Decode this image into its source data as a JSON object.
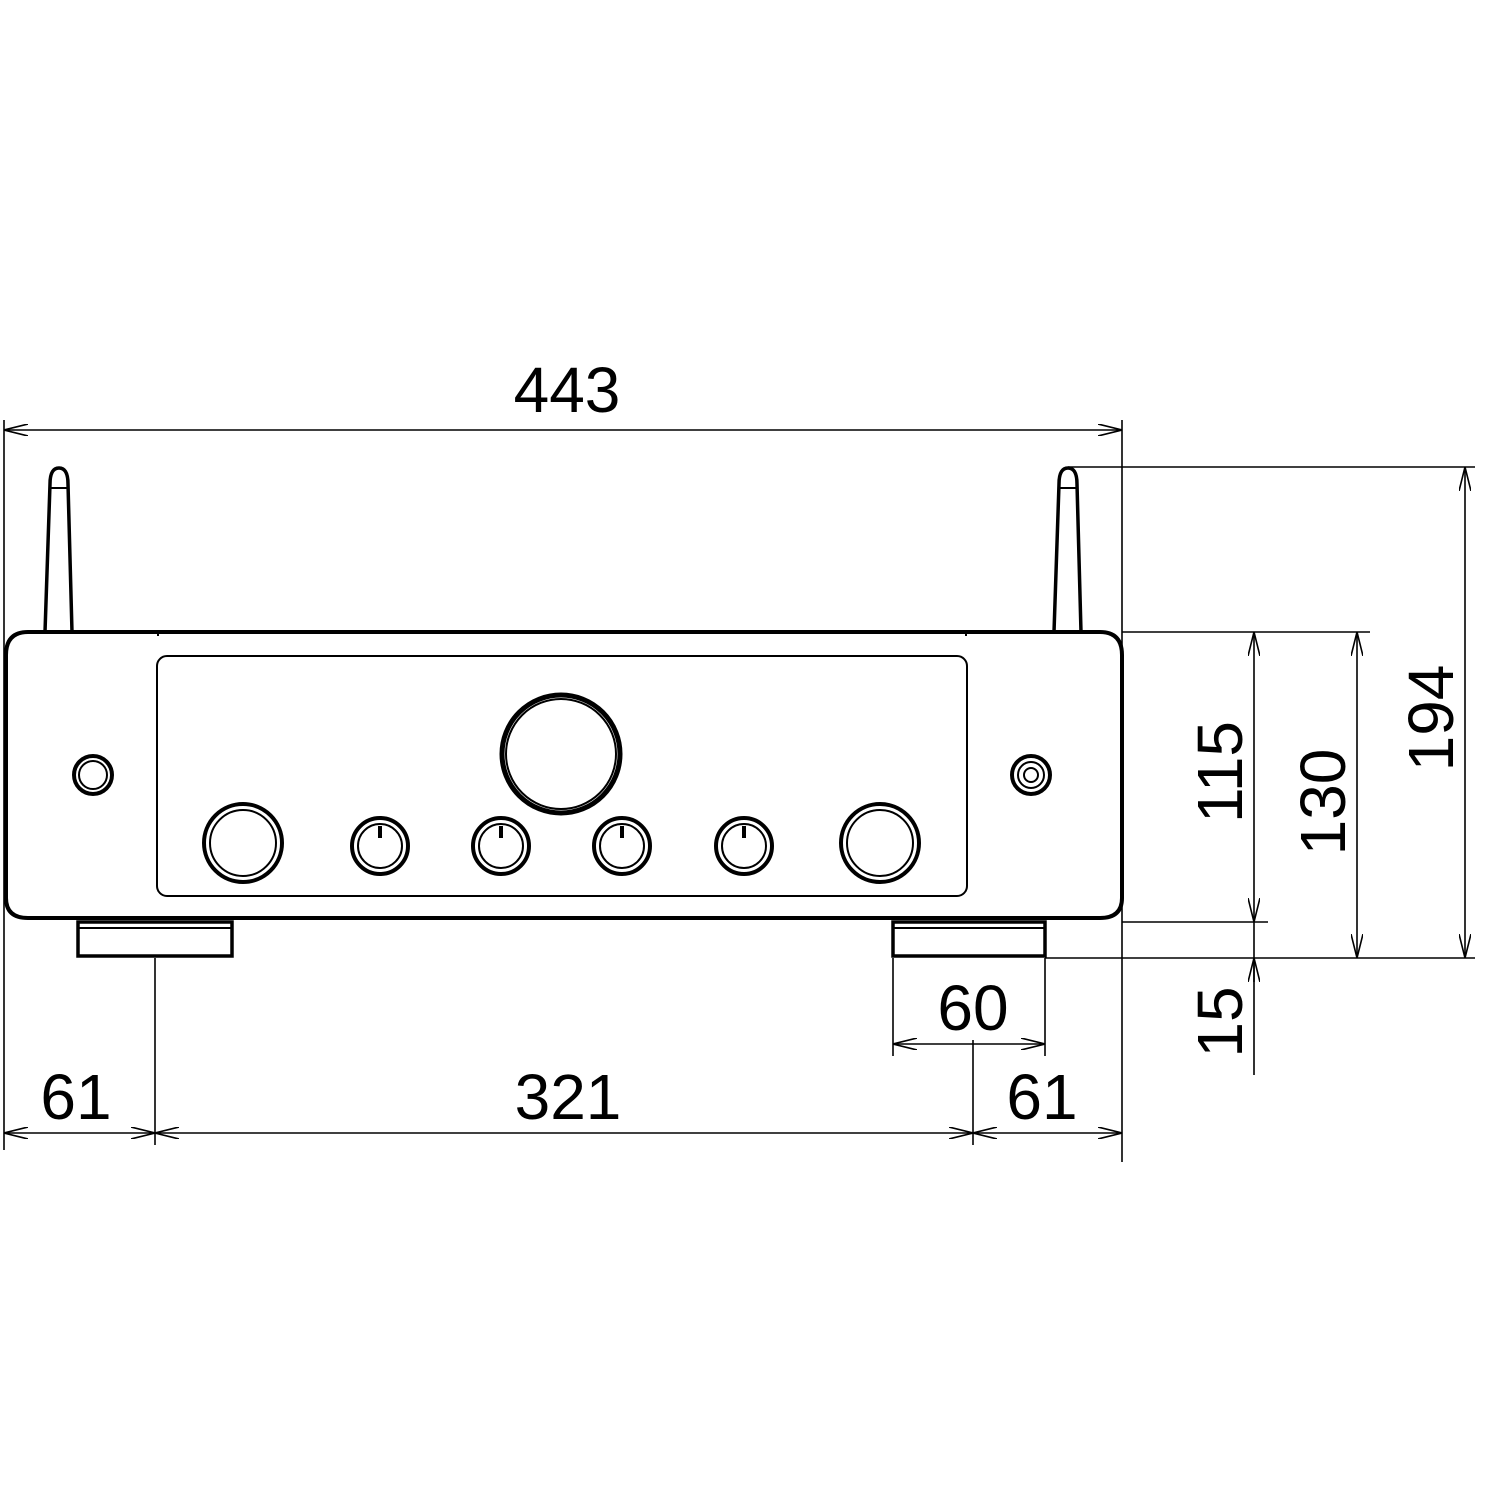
{
  "dimensions": {
    "overall_width": "443",
    "overall_height": "194",
    "height_with_feet": "130",
    "body_height": "115",
    "foot_height": "15",
    "foot_width": "60",
    "left_offset": "61",
    "foot_spacing": "321",
    "right_offset": "61"
  },
  "units": "mm",
  "device": {
    "type": "integrated-amplifier-front-view",
    "antennas": 2,
    "small_knobs": 4,
    "large_knobs": 2,
    "feet": 2
  },
  "colors": {
    "line": "#000000",
    "background": "#ffffff"
  }
}
